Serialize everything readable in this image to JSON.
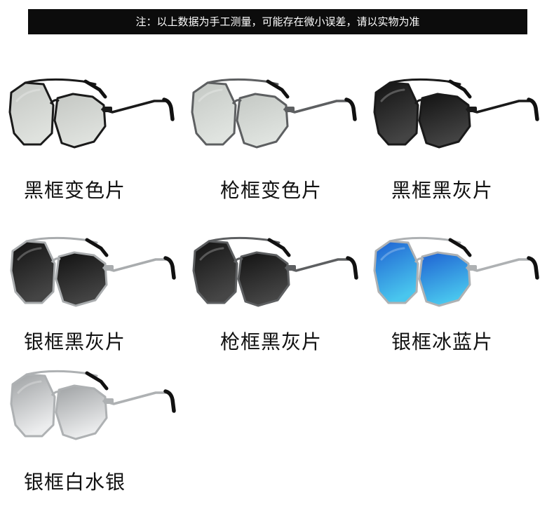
{
  "notice": "注：以上数据为手工测量，可能存在微小误差，请以实物为准",
  "products": [
    {
      "label": "黑框变色片",
      "frame": "#1a1a1a",
      "lens_top": "#c4c7c3",
      "lens_bottom": "#dfe2de"
    },
    {
      "label": "枪框变色片",
      "frame": "#5d5f61",
      "lens_top": "#c4c8c4",
      "lens_bottom": "#e0e4e0"
    },
    {
      "label": "黑框黑灰片",
      "frame": "#1a1a1a",
      "lens_top": "#121212",
      "lens_bottom": "#444444"
    },
    {
      "label": "银框黑灰片",
      "frame": "#a9acae",
      "lens_top": "#111111",
      "lens_bottom": "#454545"
    },
    {
      "label": "枪框黑灰片",
      "frame": "#5d5f61",
      "lens_top": "#121212",
      "lens_bottom": "#464646"
    },
    {
      "label": "银框冰蓝片",
      "frame": "#aeb1b3",
      "lens_top": "#1e60d2",
      "lens_bottom": "#49c6ee"
    },
    {
      "label": "银框白水银",
      "frame": "#aeb1b3",
      "lens_top": "#9ea1a3",
      "lens_bottom": "#ecedee"
    }
  ]
}
